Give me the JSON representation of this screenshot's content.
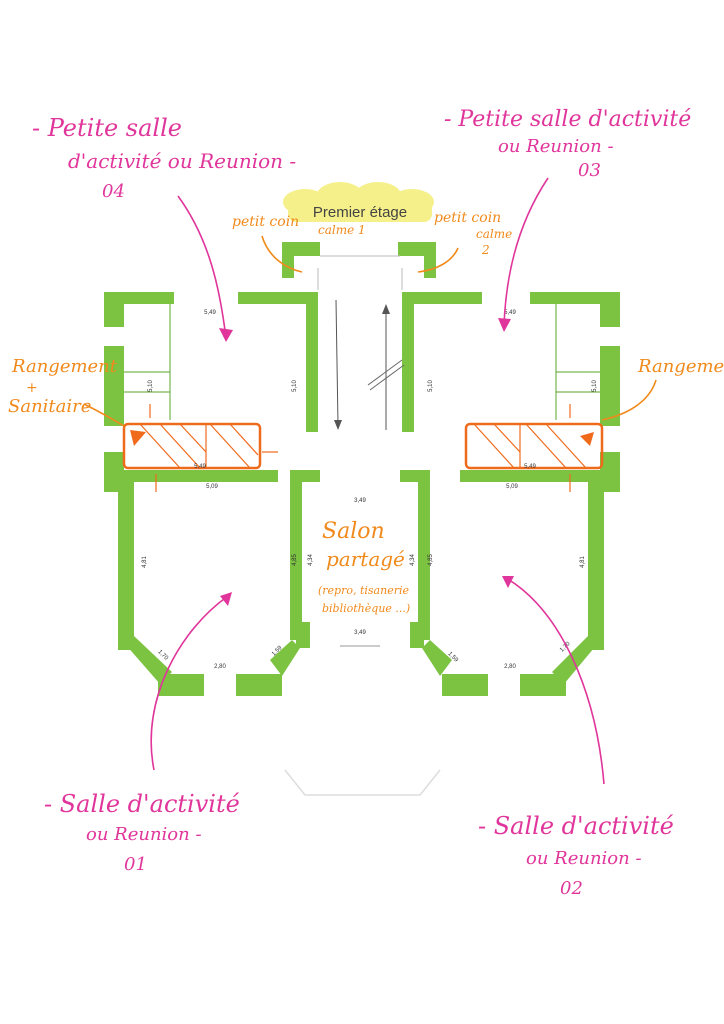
{
  "title": "Premier étage",
  "labels": {
    "room04": [
      "- Petite salle",
      "d'activité ou Reunion -",
      "04"
    ],
    "room03": [
      "- Petite salle d'activité",
      "ou Reunion -",
      "03"
    ],
    "room01": [
      "- Salle d'activité",
      "ou Reunion -",
      "01"
    ],
    "room02": [
      "- Salle d'activité",
      "ou Reunion -",
      "02"
    ],
    "storage_left": [
      "Rangement",
      "+",
      "Sanitaire"
    ],
    "storage_right": "Rangement",
    "corner1": [
      "petit coin",
      "calme 1"
    ],
    "corner2": [
      "petit coin",
      "calme",
      "2"
    ],
    "salon": [
      "Salon",
      "partagé",
      "(repro, tisanerie",
      "bibliothèque ...)"
    ]
  },
  "dimensions": {
    "top_left": "5,49",
    "top_right": "5,49",
    "left_vert": "5,10",
    "mid_left_vert": "5,10",
    "mid_right_vert": "5,10",
    "right_vert": "5,10",
    "storage_left": "5,49",
    "storage_right": "5,49",
    "bottom_left": "5,09",
    "bottom_right": "5,09",
    "salon_top": "3,49",
    "salon_bottom": "3,49",
    "salon_left_outer": "4,85",
    "salon_left_inner": "4,34",
    "salon_right_inner": "4,34",
    "salon_right_outer": "4,85",
    "room_left_height": "4,81",
    "room_right_height": "4,81",
    "diag_left": "1,70",
    "diag_right": "1,70",
    "diag_mid_left": "1,59",
    "diag_mid_right": "1,59",
    "bay_left": "2,80",
    "bay_right": "2,80"
  },
  "colors": {
    "wall": "#7cc342",
    "annotation_pink": "#e0359b",
    "annotation_orange": "#f08a1c",
    "title_cloud": "#f5f08a"
  }
}
